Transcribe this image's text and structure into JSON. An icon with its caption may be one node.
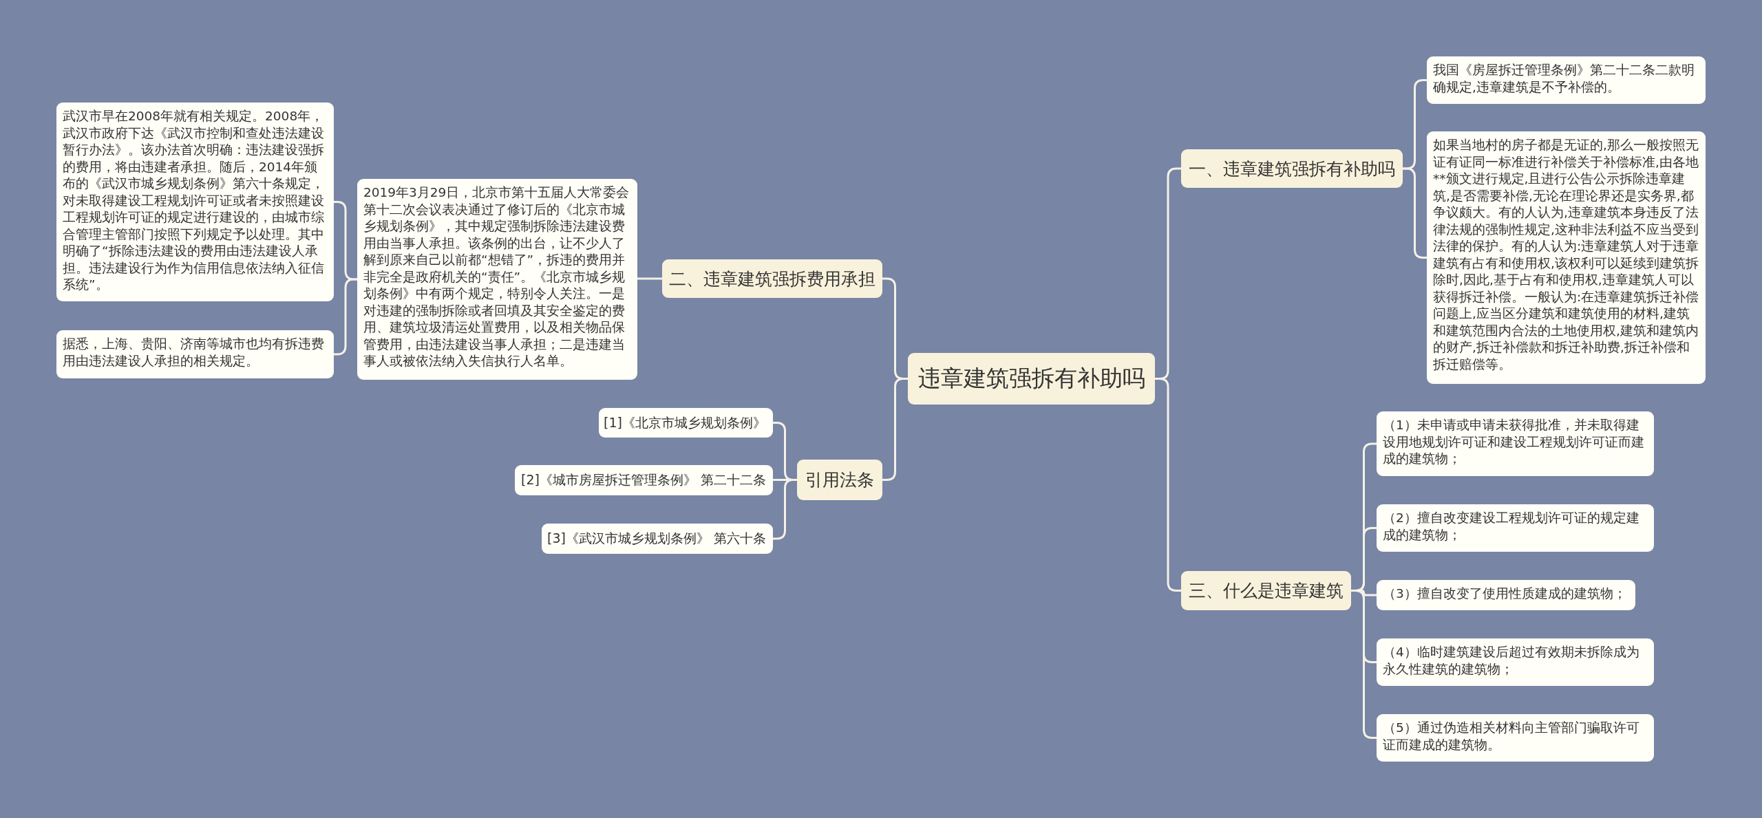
{
  "diagram": {
    "nodes": [
      {
        "text": [
          "违章建筑强拆有补助吗"
        ]
      },
      {
        "text": [
          "一、违章建筑强拆有补助吗"
        ]
      },
      {
        "text": [
          "我国《房屋拆迁管理条例》第二十二条二款明确规定,违章建筑是不予补偿的。"
        ]
      },
      {
        "text": [
          "如果当地村的房子都是无证的,那么一般按照无证有证同一标准进行补偿关于补偿标准,由各地**颁文进行规定,且进行公告公示拆除违章建筑,是否需要补偿,无论在理论界还是实务界,都争议颇大。有的人认为,违章建筑本身违反了法律法规的强制性规定,这种非法利益不应当受到法律的保护。有的人认为:违章建筑人对于违章建筑有占有和使用权,该权利可以延续到建筑拆除时,因此,基于占有和使用权,违章建筑人可以获得拆迁补偿。一般认为:在违章建筑拆迁补偿问题上,应当区分建筑和建筑使用的材料,建筑和建筑范围内合法的土地使用权,建筑和建筑内的财产,拆迁补偿款和拆迁补助费,拆迁补偿和拆迁赔偿等。"
        ]
      },
      {
        "text": [
          "二、违章建筑强拆费用承担"
        ]
      },
      {
        "text": [
          "2019年3月29日，北京市第十五届人大常委会第十二次会议表决通过了修订后的《北京市城乡规划条例》，其中规定强制拆除违法建设费用由当事人承担。该条例的出台，让不少人了解到原来自己以前都“想错了”，拆违的费用并非完全是政府机关的“责任”。《北京市城乡规划条例》中有两个规定，特别令人关注。一是对违建的强制拆除或者回填及其安全鉴定的费用、建筑垃圾清运处置费用，以及相关物品保管费用，由违法建设当事人承担；二是违建当事人或被依法纳入失信执行人名单。"
        ]
      },
      {
        "text": [
          "武汉市早在2008年就有相关规定。2008年，武汉市政府下达《武汉市控制和查处违法建设暂行办法》。该办法首次明确：违法建设强拆的费用，将由违建者承担。随后，2014年颁布的《武汉市城乡规划条例》第六十条规定，对未取得建设工程规划许可证或者未按照建设工程规划许可证的规定进行建设的，由城市综合管理主管部门按照下列规定予以处理。其中明确了“拆除违法建设的费用由违法建设人承担。违法建设行为作为信用信息依法纳入征信系统”。"
        ]
      },
      {
        "text": [
          "据悉，上海、贵阳、济南等城市也均有拆违费用由违法建设人承担的相关规定。"
        ]
      },
      {
        "text": [
          "引用法条"
        ]
      },
      {
        "text": [
          "[1]《北京市城乡规划条例》"
        ]
      },
      {
        "text": [
          "[2]《城市房屋拆迁管理条例》 第二十二条"
        ]
      },
      {
        "text": [
          "[3]《武汉市城乡规划条例》 第六十条"
        ]
      },
      {
        "text": [
          "三、什么是违章建筑"
        ]
      },
      {
        "text": [
          "（1）未申请或申请未获得批准，并未取得建设用地规划许可证和建设工程规划许可证而建成的建筑物；"
        ]
      },
      {
        "text": [
          "（2）擅自改变建设工程规划许可证的规定建成的建筑物；"
        ]
      },
      {
        "text": [
          "（3）擅自改变了使用性质建成的建筑物；"
        ]
      },
      {
        "text": [
          "（4）临时建筑建设后超过有效期未拆除成为永久性建筑的建筑物；"
        ]
      },
      {
        "text": [
          "（5）通过伪造相关材料向主管部门骗取许可证而建成的建筑物。"
        ]
      }
    ],
    "edges": [
      {
        "from": 0,
        "to": 1,
        "arrow": "none"
      },
      {
        "from": 1,
        "to": 2,
        "arrow": "none"
      },
      {
        "from": 1,
        "to": 3,
        "arrow": "none"
      },
      {
        "from": 0,
        "to": 4,
        "arrow": "none"
      },
      {
        "from": 4,
        "to": 5,
        "arrow": "none"
      },
      {
        "from": 5,
        "to": 6,
        "arrow": "none"
      },
      {
        "from": 5,
        "to": 7,
        "arrow": "none"
      },
      {
        "from": 0,
        "to": 8,
        "arrow": "none"
      },
      {
        "from": 8,
        "to": 9,
        "arrow": "none"
      },
      {
        "from": 8,
        "to": 10,
        "arrow": "none"
      },
      {
        "from": 8,
        "to": 11,
        "arrow": "none"
      },
      {
        "from": 0,
        "to": 12,
        "arrow": "none"
      },
      {
        "from": 12,
        "to": 13,
        "arrow": "none"
      },
      {
        "from": 12,
        "to": 14,
        "arrow": "none"
      },
      {
        "from": 12,
        "to": 15,
        "arrow": "none"
      },
      {
        "from": 12,
        "to": 16,
        "arrow": "none"
      },
      {
        "from": 12,
        "to": 17,
        "arrow": "none"
      }
    ]
  }
}
